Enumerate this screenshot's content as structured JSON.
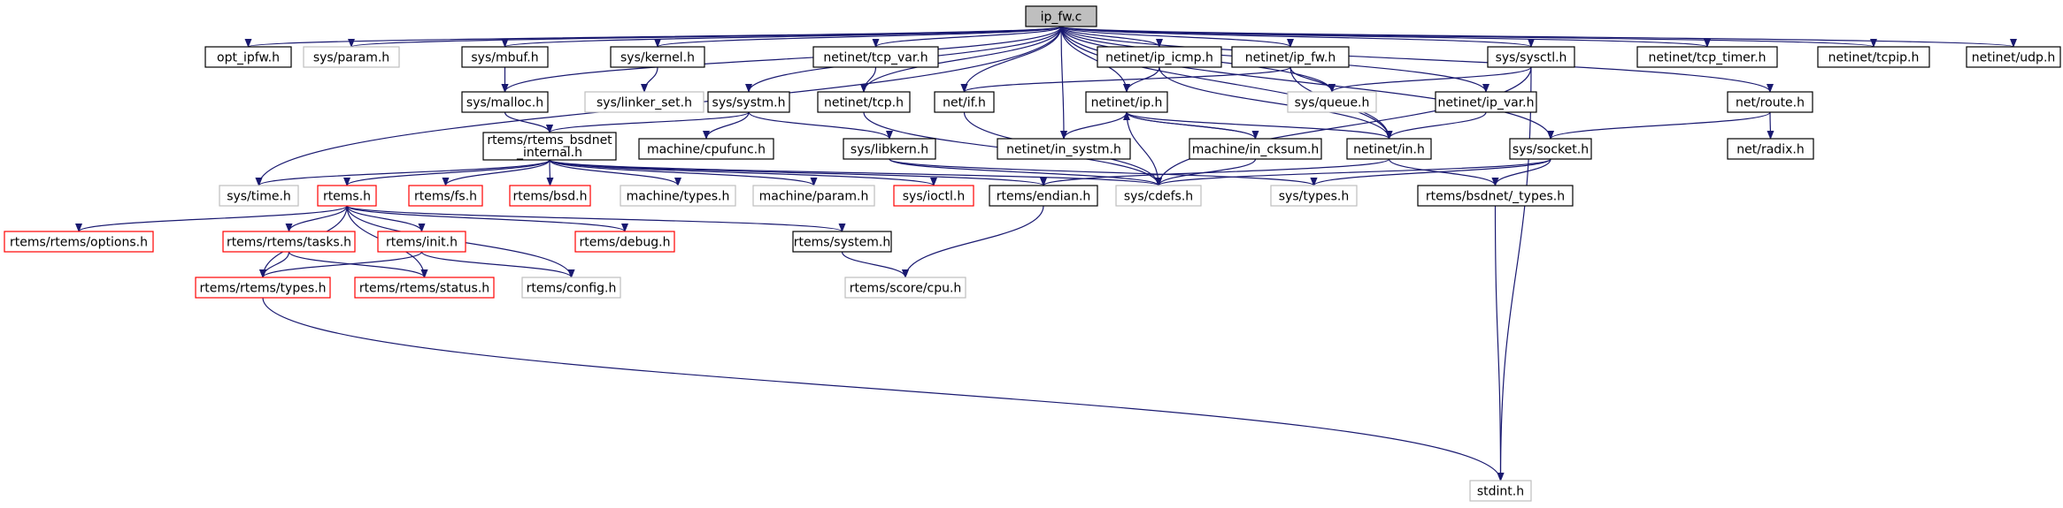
{
  "diagram": {
    "type": "include-dependency-graph",
    "colors": {
      "edge": "#191970",
      "border_normal": "#000000",
      "border_missing": "#bfbfbf",
      "border_truncated": "#ff0000",
      "fill_root": "#bfbfbf",
      "fill_normal": "#ffffff"
    },
    "nodes": [
      {
        "id": "ip_fw_c",
        "label": "ip_fw.c",
        "style": "root"
      },
      {
        "id": "opt_ipfw",
        "label": "opt_ipfw.h",
        "style": "normal"
      },
      {
        "id": "sys_param",
        "label": "sys/param.h",
        "style": "missing"
      },
      {
        "id": "sys_mbuf",
        "label": "sys/mbuf.h",
        "style": "normal"
      },
      {
        "id": "sys_kernel",
        "label": "sys/kernel.h",
        "style": "normal"
      },
      {
        "id": "netinet_tcp_var",
        "label": "netinet/tcp_var.h",
        "style": "normal"
      },
      {
        "id": "netinet_ip_icmp",
        "label": "netinet/ip_icmp.h",
        "style": "normal"
      },
      {
        "id": "netinet_ip_fw",
        "label": "netinet/ip_fw.h",
        "style": "normal"
      },
      {
        "id": "sys_sysctl",
        "label": "sys/sysctl.h",
        "style": "normal"
      },
      {
        "id": "netinet_tcp_timer",
        "label": "netinet/tcp_timer.h",
        "style": "normal"
      },
      {
        "id": "netinet_tcpip",
        "label": "netinet/tcpip.h",
        "style": "normal"
      },
      {
        "id": "netinet_udp",
        "label": "netinet/udp.h",
        "style": "normal"
      },
      {
        "id": "sys_malloc",
        "label": "sys/malloc.h",
        "style": "normal"
      },
      {
        "id": "sys_linker_set",
        "label": "sys/linker_set.h",
        "style": "missing"
      },
      {
        "id": "sys_systm",
        "label": "sys/systm.h",
        "style": "normal"
      },
      {
        "id": "netinet_tcp",
        "label": "netinet/tcp.h",
        "style": "normal"
      },
      {
        "id": "net_if",
        "label": "net/if.h",
        "style": "normal"
      },
      {
        "id": "netinet_ip",
        "label": "netinet/ip.h",
        "style": "normal"
      },
      {
        "id": "sys_queue",
        "label": "sys/queue.h",
        "style": "missing"
      },
      {
        "id": "netinet_ip_var",
        "label": "netinet/ip_var.h",
        "style": "normal"
      },
      {
        "id": "net_route",
        "label": "net/route.h",
        "style": "normal"
      },
      {
        "id": "rtems_bsdnet_internal",
        "label": "rtems/rtems_bsdnet\n_internal.h",
        "style": "normal"
      },
      {
        "id": "machine_cpufunc",
        "label": "machine/cpufunc.h",
        "style": "normal"
      },
      {
        "id": "sys_libkern",
        "label": "sys/libkern.h",
        "style": "normal"
      },
      {
        "id": "netinet_in_systm",
        "label": "netinet/in_systm.h",
        "style": "normal"
      },
      {
        "id": "machine_in_cksum",
        "label": "machine/in_cksum.h",
        "style": "normal"
      },
      {
        "id": "netinet_in",
        "label": "netinet/in.h",
        "style": "normal"
      },
      {
        "id": "sys_socket",
        "label": "sys/socket.h",
        "style": "normal"
      },
      {
        "id": "net_radix",
        "label": "net/radix.h",
        "style": "normal"
      },
      {
        "id": "sys_time",
        "label": "sys/time.h",
        "style": "missing"
      },
      {
        "id": "rtems_h",
        "label": "rtems.h",
        "style": "truncated"
      },
      {
        "id": "rtems_fs",
        "label": "rtems/fs.h",
        "style": "truncated"
      },
      {
        "id": "rtems_bsd",
        "label": "rtems/bsd.h",
        "style": "truncated"
      },
      {
        "id": "machine_types",
        "label": "machine/types.h",
        "style": "missing"
      },
      {
        "id": "machine_param",
        "label": "machine/param.h",
        "style": "missing"
      },
      {
        "id": "sys_ioctl",
        "label": "sys/ioctl.h",
        "style": "truncated"
      },
      {
        "id": "rtems_endian",
        "label": "rtems/endian.h",
        "style": "normal"
      },
      {
        "id": "sys_cdefs",
        "label": "sys/cdefs.h",
        "style": "missing"
      },
      {
        "id": "sys_types",
        "label": "sys/types.h",
        "style": "missing"
      },
      {
        "id": "rtems_bsdnet_types",
        "label": "rtems/bsdnet/_types.h",
        "style": "normal"
      },
      {
        "id": "rtems_rtems_options",
        "label": "rtems/rtems/options.h",
        "style": "truncated"
      },
      {
        "id": "rtems_rtems_tasks",
        "label": "rtems/rtems/tasks.h",
        "style": "truncated"
      },
      {
        "id": "rtems_init",
        "label": "rtems/init.h",
        "style": "truncated"
      },
      {
        "id": "rtems_debug",
        "label": "rtems/debug.h",
        "style": "truncated"
      },
      {
        "id": "rtems_system",
        "label": "rtems/system.h",
        "style": "normal"
      },
      {
        "id": "rtems_rtems_types",
        "label": "rtems/rtems/types.h",
        "style": "truncated"
      },
      {
        "id": "rtems_rtems_status",
        "label": "rtems/rtems/status.h",
        "style": "truncated"
      },
      {
        "id": "rtems_config",
        "label": "rtems/config.h",
        "style": "missing"
      },
      {
        "id": "rtems_score_cpu",
        "label": "rtems/score/cpu.h",
        "style": "missing"
      },
      {
        "id": "stdint",
        "label": "stdint.h",
        "style": "missing"
      }
    ],
    "edges": [
      [
        "ip_fw_c",
        "opt_ipfw"
      ],
      [
        "ip_fw_c",
        "sys_param"
      ],
      [
        "ip_fw_c",
        "sys_mbuf"
      ],
      [
        "ip_fw_c",
        "sys_kernel"
      ],
      [
        "ip_fw_c",
        "netinet_tcp_var"
      ],
      [
        "ip_fw_c",
        "netinet_ip_icmp"
      ],
      [
        "ip_fw_c",
        "netinet_ip_fw"
      ],
      [
        "ip_fw_c",
        "sys_sysctl"
      ],
      [
        "ip_fw_c",
        "netinet_tcp_timer"
      ],
      [
        "ip_fw_c",
        "netinet_tcpip"
      ],
      [
        "ip_fw_c",
        "netinet_udp"
      ],
      [
        "ip_fw_c",
        "sys_malloc"
      ],
      [
        "ip_fw_c",
        "sys_systm"
      ],
      [
        "ip_fw_c",
        "netinet_tcp"
      ],
      [
        "ip_fw_c",
        "net_if"
      ],
      [
        "ip_fw_c",
        "netinet_ip"
      ],
      [
        "ip_fw_c",
        "sys_queue"
      ],
      [
        "ip_fw_c",
        "netinet_ip_var"
      ],
      [
        "ip_fw_c",
        "net_route"
      ],
      [
        "ip_fw_c",
        "netinet_in_systm"
      ],
      [
        "ip_fw_c",
        "netinet_in"
      ],
      [
        "ip_fw_c",
        "sys_socket"
      ],
      [
        "ip_fw_c",
        "sys_time"
      ],
      [
        "sys_mbuf",
        "sys_malloc"
      ],
      [
        "sys_kernel",
        "sys_linker_set"
      ],
      [
        "netinet_tcp_var",
        "netinet_tcp"
      ],
      [
        "netinet_ip_icmp",
        "netinet_ip"
      ],
      [
        "netinet_ip_icmp",
        "netinet_in"
      ],
      [
        "netinet_ip_fw",
        "net_if"
      ],
      [
        "netinet_ip_fw",
        "sys_queue"
      ],
      [
        "netinet_ip_fw",
        "netinet_in"
      ],
      [
        "sys_sysctl",
        "sys_queue"
      ],
      [
        "sys_sysctl",
        "sys_cdefs"
      ],
      [
        "sys_sysctl",
        "stdint"
      ],
      [
        "sys_malloc",
        "rtems_bsdnet_internal"
      ],
      [
        "sys_systm",
        "rtems_bsdnet_internal"
      ],
      [
        "sys_systm",
        "machine_cpufunc"
      ],
      [
        "sys_systm",
        "sys_libkern"
      ],
      [
        "netinet_tcp",
        "sys_cdefs"
      ],
      [
        "net_if",
        "sys_cdefs"
      ],
      [
        "netinet_ip",
        "netinet_in_systm"
      ],
      [
        "netinet_ip",
        "machine_in_cksum"
      ],
      [
        "netinet_ip",
        "netinet_in"
      ],
      [
        "netinet_ip",
        "sys_cdefs"
      ],
      [
        "machine_in_cksum",
        "netinet_ip"
      ],
      [
        "machine_in_cksum",
        "sys_cdefs"
      ],
      [
        "netinet_ip_var",
        "netinet_in"
      ],
      [
        "net_route",
        "sys_socket"
      ],
      [
        "net_route",
        "net_radix"
      ],
      [
        "sys_libkern",
        "sys_cdefs"
      ],
      [
        "sys_libkern",
        "sys_types"
      ],
      [
        "netinet_in",
        "rtems_endian"
      ],
      [
        "netinet_in",
        "rtems_bsdnet_types"
      ],
      [
        "sys_socket",
        "sys_cdefs"
      ],
      [
        "sys_socket",
        "sys_types"
      ],
      [
        "sys_socket",
        "rtems_bsdnet_types"
      ],
      [
        "rtems_bsdnet_internal",
        "sys_time"
      ],
      [
        "rtems_bsdnet_internal",
        "rtems_h"
      ],
      [
        "rtems_bsdnet_internal",
        "rtems_fs"
      ],
      [
        "rtems_bsdnet_internal",
        "rtems_bsd"
      ],
      [
        "rtems_bsdnet_internal",
        "machine_types"
      ],
      [
        "rtems_bsdnet_internal",
        "machine_param"
      ],
      [
        "rtems_bsdnet_internal",
        "sys_ioctl"
      ],
      [
        "rtems_bsdnet_internal",
        "rtems_endian"
      ],
      [
        "rtems_bsdnet_internal",
        "sys_cdefs"
      ],
      [
        "rtems_h",
        "rtems_rtems_options"
      ],
      [
        "rtems_h",
        "rtems_rtems_tasks"
      ],
      [
        "rtems_h",
        "rtems_init"
      ],
      [
        "rtems_h",
        "rtems_debug"
      ],
      [
        "rtems_h",
        "rtems_system"
      ],
      [
        "rtems_h",
        "rtems_rtems_types"
      ],
      [
        "rtems_h",
        "rtems_rtems_status"
      ],
      [
        "rtems_h",
        "rtems_config"
      ],
      [
        "rtems_rtems_tasks",
        "rtems_rtems_types"
      ],
      [
        "rtems_rtems_tasks",
        "rtems_rtems_status"
      ],
      [
        "rtems_init",
        "rtems_rtems_types"
      ],
      [
        "rtems_init",
        "rtems_config"
      ],
      [
        "rtems_system",
        "rtems_score_cpu"
      ],
      [
        "rtems_endian",
        "rtems_score_cpu"
      ],
      [
        "rtems_rtems_types",
        "stdint"
      ],
      [
        "rtems_bsdnet_types",
        "stdint"
      ]
    ]
  }
}
